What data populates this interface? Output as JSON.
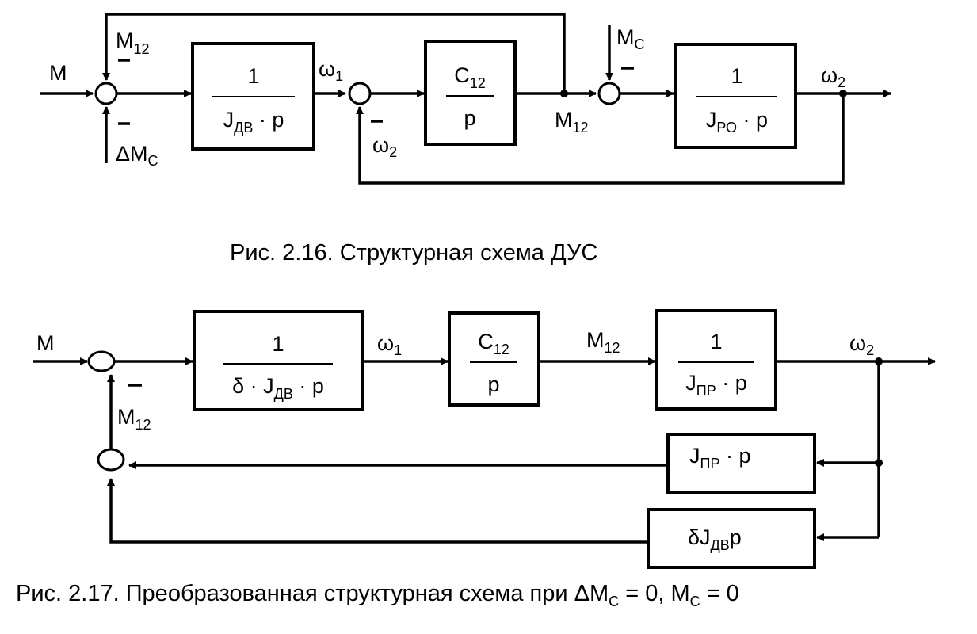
{
  "fig1": {
    "caption": "Рис. 2.16.  Структурная схема ДУС",
    "input_M": "M",
    "fb_M": "M",
    "fb_M_sub": "12",
    "dist_dM": "ΔM",
    "dist_dM_sub": "C",
    "block1_num": "1",
    "block1_den": "J",
    "block1_den_sub": "ДВ",
    "block1_den_tail": " · p",
    "omega1": "ω",
    "omega1_sub": "1",
    "omega2_fb": "ω",
    "omega2_fb_sub": "2",
    "block2_num": "C",
    "block2_num_sub": "12",
    "block2_den": "p",
    "mid_M": "M",
    "mid_M_sub": "12",
    "load_M": "M",
    "load_M_sub": "C",
    "block3_num": "1",
    "block3_den": "J",
    "block3_den_sub": "РО",
    "block3_den_tail": " · p",
    "omega2_out": "ω",
    "omega2_out_sub": "2"
  },
  "fig2": {
    "caption": "Рис. 2.17.  Преобразованная структурная схема при ΔM",
    "caption_sub1": "C",
    "caption_mid": " = 0, M",
    "caption_sub2": "C",
    "caption_end": " = 0",
    "input_M": "M",
    "fb_M": "M",
    "fb_M_sub": "12",
    "block1_num": "1",
    "block1_den": "δ · J",
    "block1_den_sub": "ДВ",
    "block1_den_tail": " · p",
    "omega1": "ω",
    "omega1_sub": "1",
    "block2_num": "C",
    "block2_num_sub": "12",
    "block2_den": "p",
    "mid_M": "M",
    "mid_M_sub": "12",
    "block3_num": "1",
    "block3_den": "J",
    "block3_den_sub": "ПР",
    "block3_den_tail": " · p",
    "omega2_out": "ω",
    "omega2_out_sub": "2",
    "fb1_label": "J",
    "fb1_sub": "ПР",
    "fb1_tail": " · p",
    "fb2_label": "δJ",
    "fb2_sub": "ДВ",
    "fb2_tail": "p"
  }
}
